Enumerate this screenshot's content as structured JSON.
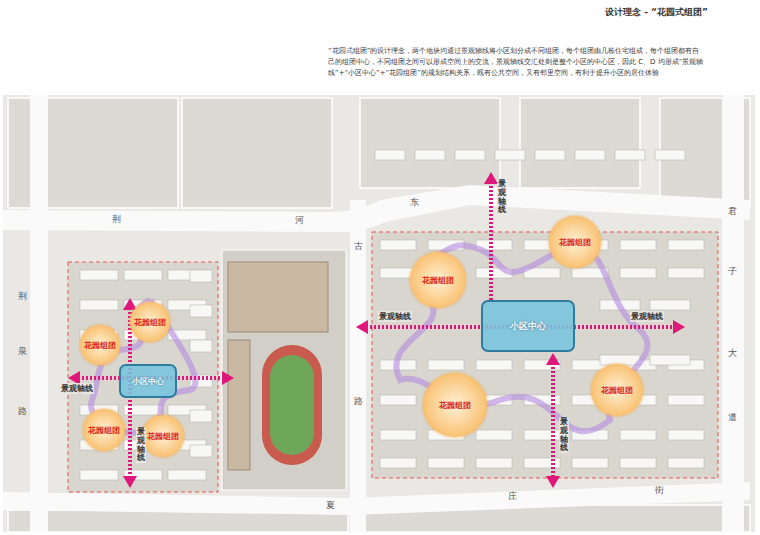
{
  "diagram": {
    "title": "设计理念 - “花园式组团”",
    "nodes": [
      {
        "text": [
          "小区中心"
        ]
      },
      {
        "text": [
          "花园组团"
        ]
      },
      {
        "text": [
          "花园组团"
        ]
      },
      {
        "text": [
          "花园组团"
        ]
      },
      {
        "text": [
          "花园组团"
        ]
      },
      {
        "text": [
          "小区中心"
        ]
      },
      {
        "text": [
          "花园组团"
        ]
      },
      {
        "text": [
          "花园组团"
        ]
      },
      {
        "text": [
          "花园组团"
        ]
      },
      {
        "text": [
          "花园组团"
        ]
      }
    ],
    "labels": [
      "“花园式组团”的设计理念，两个地块均通过景观轴线将小区划分成不同组团，每个组团由几栋住宅组成，每个组团都有自己的组团中心，不同组团之间可以形成空间上的交流，景观轴线交汇处则是整个小区的中心区，因此 C、D 均形成“景观轴线”+“小区中心”+“花园组团”的规划结构关系，既有公共空间，又有邻里空间，有利于提升小区的居住体验",
      "景观轴线",
      "景观轴线",
      "景观轴线",
      "景观轴线",
      "景观轴线",
      "景观轴线",
      "荆",
      "河",
      "东",
      "荆",
      "泉",
      "路",
      "古",
      "路",
      "君",
      "子",
      "大",
      "道",
      "夏",
      "庄",
      "街"
    ]
  }
}
